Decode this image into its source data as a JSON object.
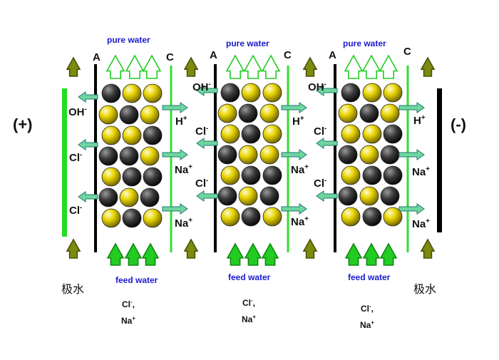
{
  "electrode_left_label": "(+)",
  "electrode_right_label": "(-)",
  "pole_water_left": "极水",
  "pole_water_right": "极水",
  "colors": {
    "anion_membrane": "#000000",
    "cation_membrane": "#33dd33",
    "anode": "#22dd22",
    "cathode": "#000000",
    "arrow_fill": "#6fd6a0",
    "arrow_stroke": "#1f7a6f",
    "feed_arrow": "#22cc22",
    "pure_arrow": "#ffffff",
    "pole_arrow": "#7d8a10",
    "title_text": "#1a1ad0",
    "resin_yellow": "#e8d400",
    "resin_black": "#333333"
  },
  "icons": [
    "yellow-resin-bead",
    "black-resin-bead",
    "flow-arrow",
    "feed-arrow",
    "pure-water-arrow"
  ],
  "cells": [
    {
      "pure_water": "pure water",
      "feed_water": "feed water",
      "feed_ions": [
        "Cl-,",
        "Na+"
      ],
      "membrane_left": "A",
      "membrane_right": "C",
      "left_ions": [
        "OH-",
        "Cl-",
        "Cl-"
      ],
      "right_ions": [
        "H+",
        "Na+",
        "Na+"
      ]
    },
    {
      "pure_water": "pure water",
      "feed_water": "feed water",
      "feed_ions": [
        "Cl-,",
        "Na+"
      ],
      "membrane_left": "A",
      "membrane_right": "C",
      "left_ions": [
        "OH-",
        "Cl-",
        "Cl-"
      ],
      "right_ions": [
        "H+",
        "Na+",
        "Na+"
      ]
    },
    {
      "pure_water": "pure water",
      "feed_water": "feed water",
      "feed_ions": [
        "Cl-,",
        "Na+"
      ],
      "membrane_left": "A",
      "membrane_right": "C",
      "left_ions": [
        "OH-",
        "Cl-",
        "Cl-"
      ],
      "right_ions": [
        "H+",
        "Na+",
        "Na+"
      ]
    }
  ]
}
